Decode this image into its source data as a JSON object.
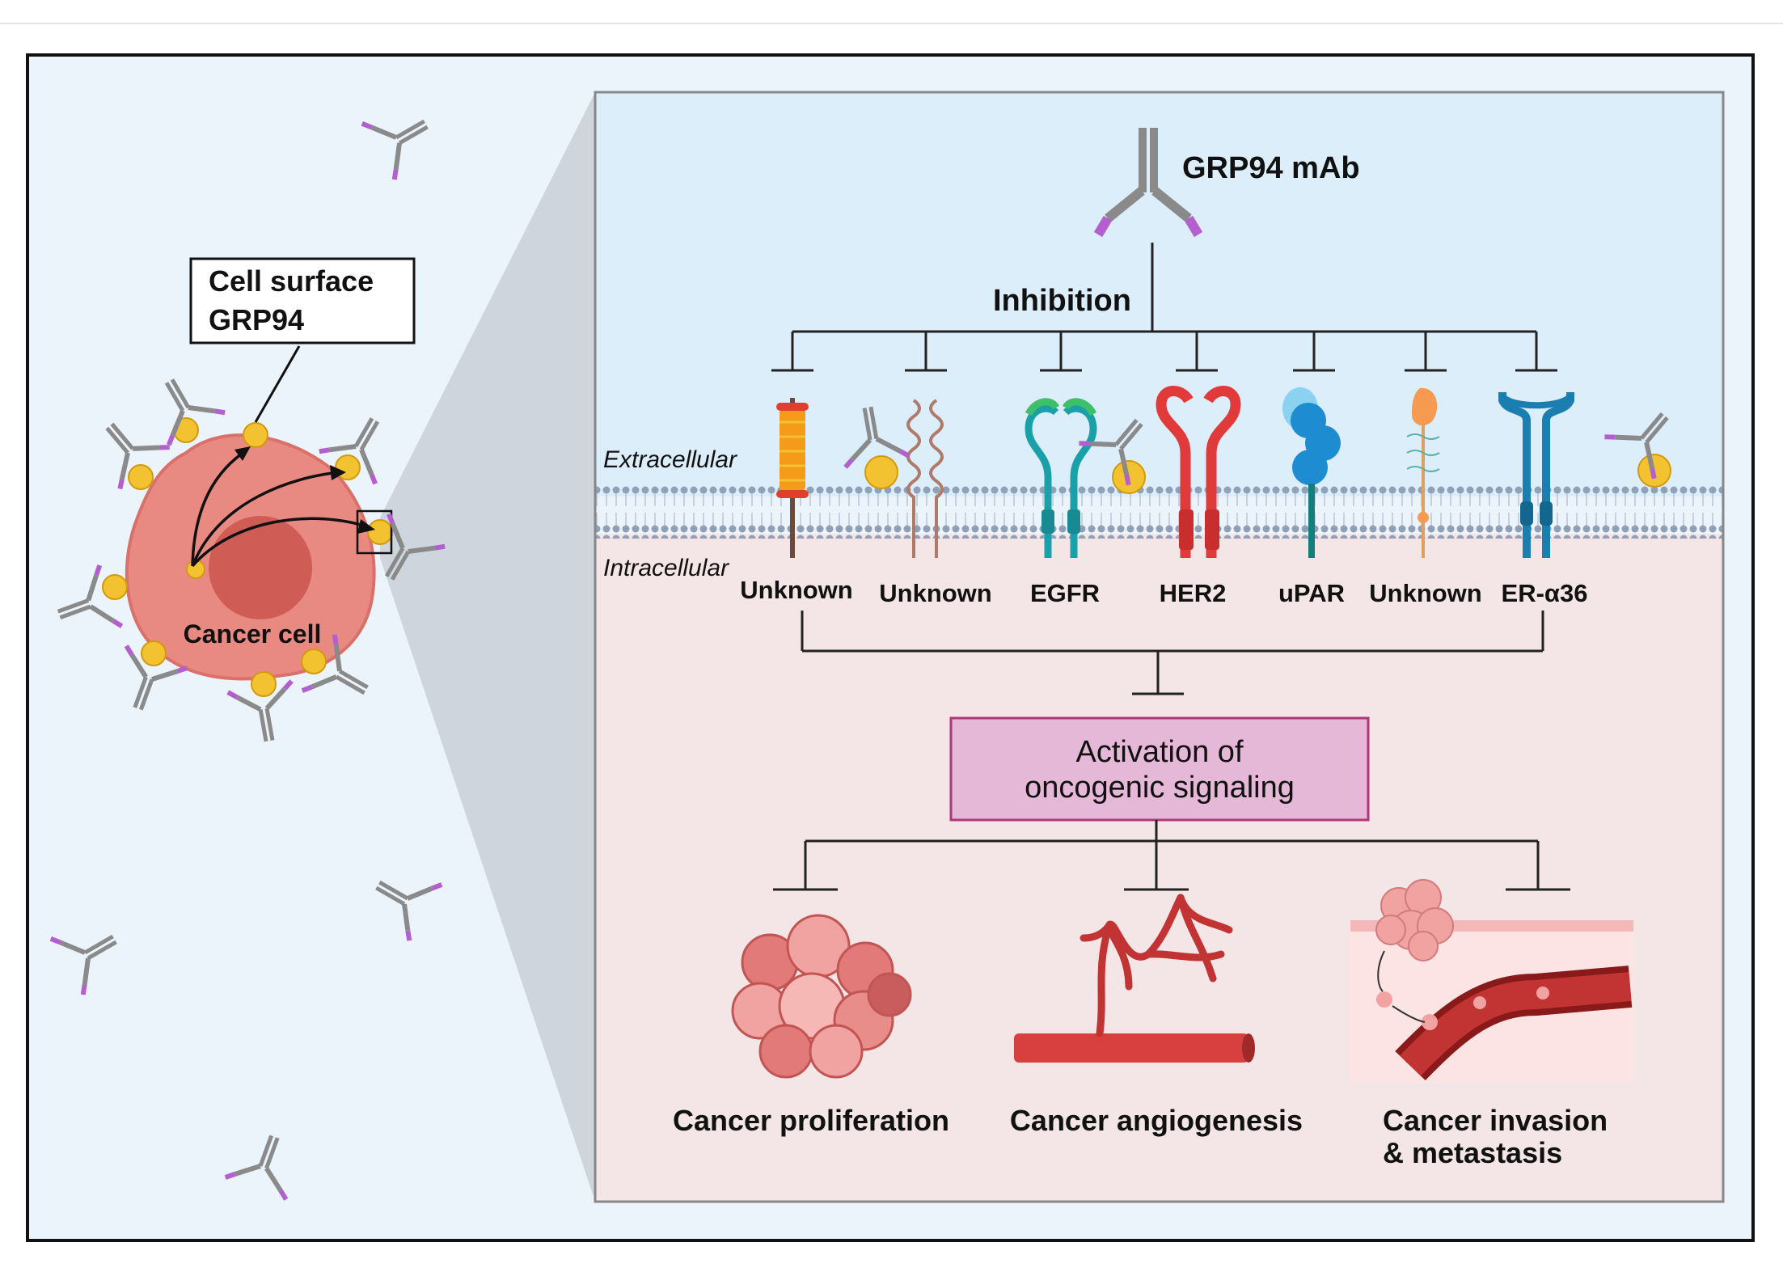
{
  "left_panel": {
    "callout_line1": "Cell surface",
    "callout_line2": "GRP94",
    "cell_label": "Cancer cell"
  },
  "right_panel": {
    "antibody_label": "GRP94 mAb",
    "inhibition_label": "Inhibition",
    "extracellular_label": "Extracellular",
    "intracellular_label": "Intracellular",
    "receptors": [
      "Unknown",
      "Unknown",
      "EGFR",
      "HER2",
      "uPAR",
      "Unknown",
      "ER-α36"
    ],
    "signaling_box_line1": "Activation of",
    "signaling_box_line2": "oncogenic signaling",
    "outcomes": {
      "proliferation": "Cancer proliferation",
      "angiogenesis": "Cancer angiogenesis",
      "invasion_line1": "Cancer invasion",
      "invasion_line2": "& metastasis"
    }
  },
  "colors": {
    "left_bg": "#ecf4fb",
    "extracellular_bg": "#ddeefb",
    "intracellular_bg": "#f4e6e6",
    "signaling_box_fill": "#e6b8d8",
    "signaling_box_stroke": "#b0367a",
    "grp94": "#f2c230",
    "cell_body": "#e88a82",
    "nucleus": "#cf5d55",
    "membrane": "#9aa9bf"
  }
}
